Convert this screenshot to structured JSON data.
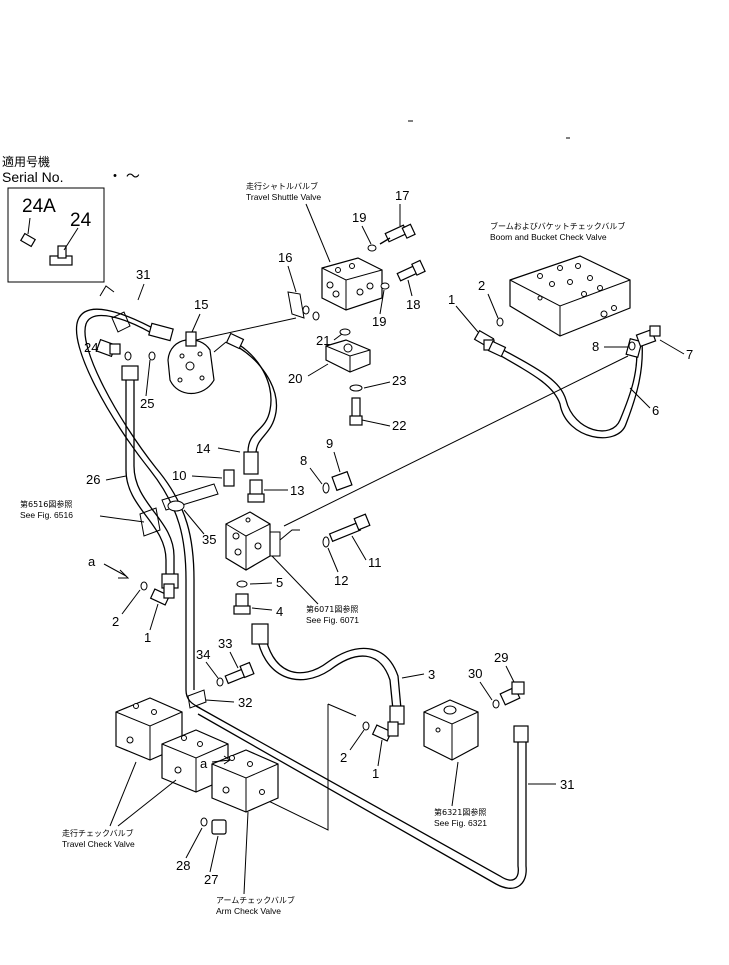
{
  "header": {
    "serial_jp": "適用号機",
    "serial_en": "Serial No.",
    "serial_range": "・ ～"
  },
  "inset": {
    "label_a": "24A",
    "label_b": "24"
  },
  "valves": {
    "travel_shuttle": {
      "jp": "走行シャトルバルブ",
      "en": "Travel Shuttle Valve"
    },
    "boom_bucket_check": {
      "jp": "ブームおよびバケットチェックバルブ",
      "en": "Boom and Bucket Check Valve"
    },
    "travel_check": {
      "jp": "走行チェックバルブ",
      "en": "Travel Check Valve"
    },
    "arm_check": {
      "jp": "アームチェックバルブ",
      "en": "Arm Check Valve"
    }
  },
  "refs": {
    "fig6516": {
      "jp": "第6516図参照",
      "en": "See Fig. 6516"
    },
    "fig6071": {
      "jp": "第6071図参照",
      "en": "See Fig. 6071"
    },
    "fig6321": {
      "jp": "第6321図参照",
      "en": "See Fig. 6321"
    }
  },
  "callouts": {
    "p1a": "1",
    "p1b": "1",
    "p1c": "1",
    "p2a": "2",
    "p2b": "2",
    "p2c": "2",
    "p3": "3",
    "p4": "4",
    "p5": "5",
    "p6": "6",
    "p7": "7",
    "p8a": "8",
    "p8b": "8",
    "p9": "9",
    "p10": "10",
    "p11": "11",
    "p12": "12",
    "p13": "13",
    "p14": "14",
    "p15": "15",
    "p16": "16",
    "p17": "17",
    "p18": "18",
    "p19a": "19",
    "p19b": "19",
    "p20": "20",
    "p21": "21",
    "p22": "22",
    "p23": "23",
    "p24": "24",
    "p25": "25",
    "p26": "26",
    "p27": "27",
    "p28": "28",
    "p29": "29",
    "p30": "30",
    "p31a": "31",
    "p31b": "31",
    "p32": "32",
    "p33": "33",
    "p34": "34",
    "p35": "35",
    "conn_a1": "a",
    "conn_a2": "a"
  }
}
